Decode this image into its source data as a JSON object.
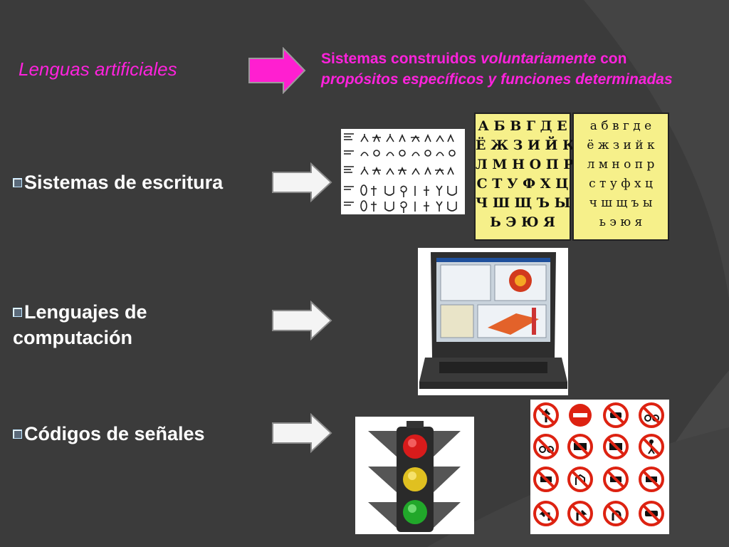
{
  "slide": {
    "title": "Lenguas artificiales",
    "description": {
      "part1": "Sistemas construidos ",
      "part2_italic": "voluntariamente",
      "part3": " con",
      "part4_italic": "propósitos específicos y funciones determinadas"
    },
    "bullets": [
      {
        "label": "Sistemas de escritura"
      },
      {
        "label": "Lenguajes de computación"
      },
      {
        "label": "Códigos de señales"
      }
    ],
    "cyrillic_upper": [
      "А Б В Г Д Е",
      "Ё Ж З И Й К",
      "Л М Н О П Р",
      "С Т У Ф Х Ц",
      "Ч Ш Щ Ъ Ы",
      "Ь Э Ю Я"
    ],
    "cyrillic_lower": [
      "а б в г д е",
      "ё ж з и й к",
      "л м н о п р",
      "с т у ф х ц",
      "ч ш щ ъ ы",
      "ь э ю я"
    ],
    "colors": {
      "title": "#ff22dd",
      "bullet_text": "#ffffff",
      "highlight_arrow": "#ff1fd0",
      "background": "#3a3a3a"
    }
  }
}
